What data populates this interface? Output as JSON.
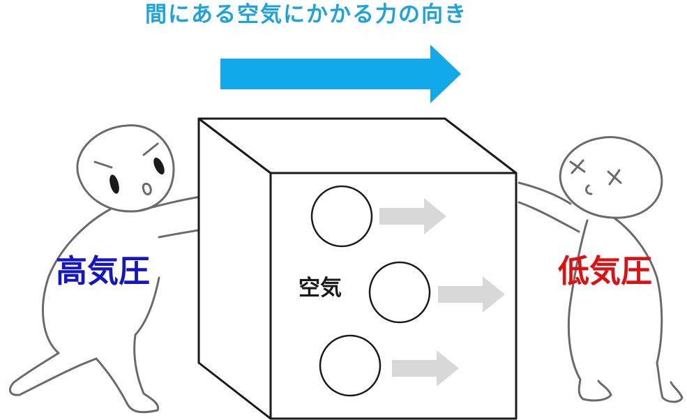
{
  "title": "間にある空気にかかる力の向き",
  "labels": {
    "high_pressure": "高気圧",
    "low_pressure": "低気圧",
    "air": "空気"
  },
  "colors": {
    "title": "#1aa3dc",
    "force_arrow": "#12a9ea",
    "small_arrow": "#d8d8d8",
    "high_pressure": "#1515c8",
    "low_pressure": "#e01010",
    "outline": "#1a1a1a",
    "figure_line": "#6a6a6a"
  },
  "icons": {
    "main_arrow": "arrow-right-icon",
    "air_particle": "circle-icon"
  }
}
